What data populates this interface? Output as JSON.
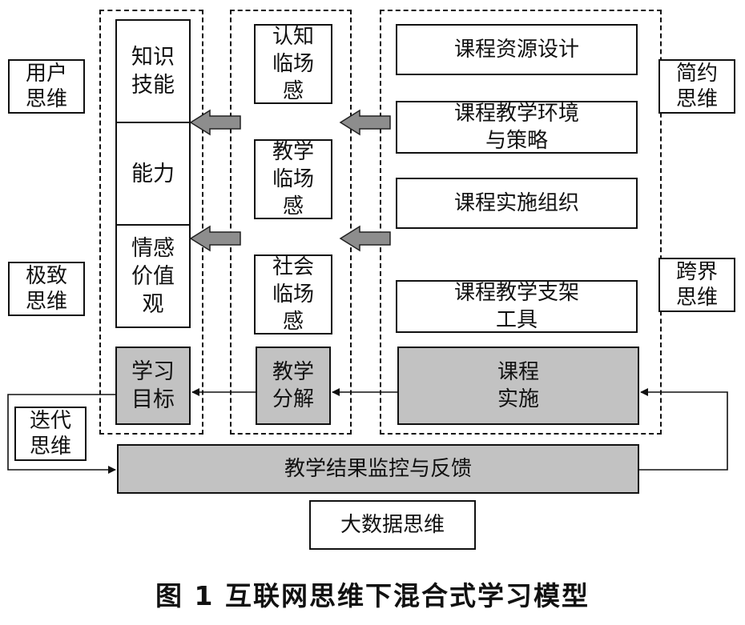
{
  "left_column": {
    "knowledge": "知识\n技能",
    "ability": "能力",
    "emotion": "情感\n价值\n观",
    "learning_goal": "学习\n目标"
  },
  "middle_column": {
    "cognitive": "认知\n临场\n感",
    "teaching": "教学\n临场\n感",
    "social": "社会\n临场\n感",
    "decomposition": "教学\n分解"
  },
  "right_column": {
    "resource_design": "课程资源设计",
    "environment": "课程教学环境\n与策略",
    "organization": "课程实施组织",
    "scaffold_tools": "课程教学支架\n工具",
    "implementation": "课程\n实施"
  },
  "feedback": "教学结果监控与反馈",
  "thinking_labels": {
    "user": "用户\n思维",
    "extreme": "极致\n思维",
    "iteration": "迭代\n思维",
    "simplicity": "简约\n思维",
    "crossover": "跨界\n思维",
    "big_data": "大数据思维"
  },
  "caption": "图 1  互联网思维下混合式学习模型"
}
